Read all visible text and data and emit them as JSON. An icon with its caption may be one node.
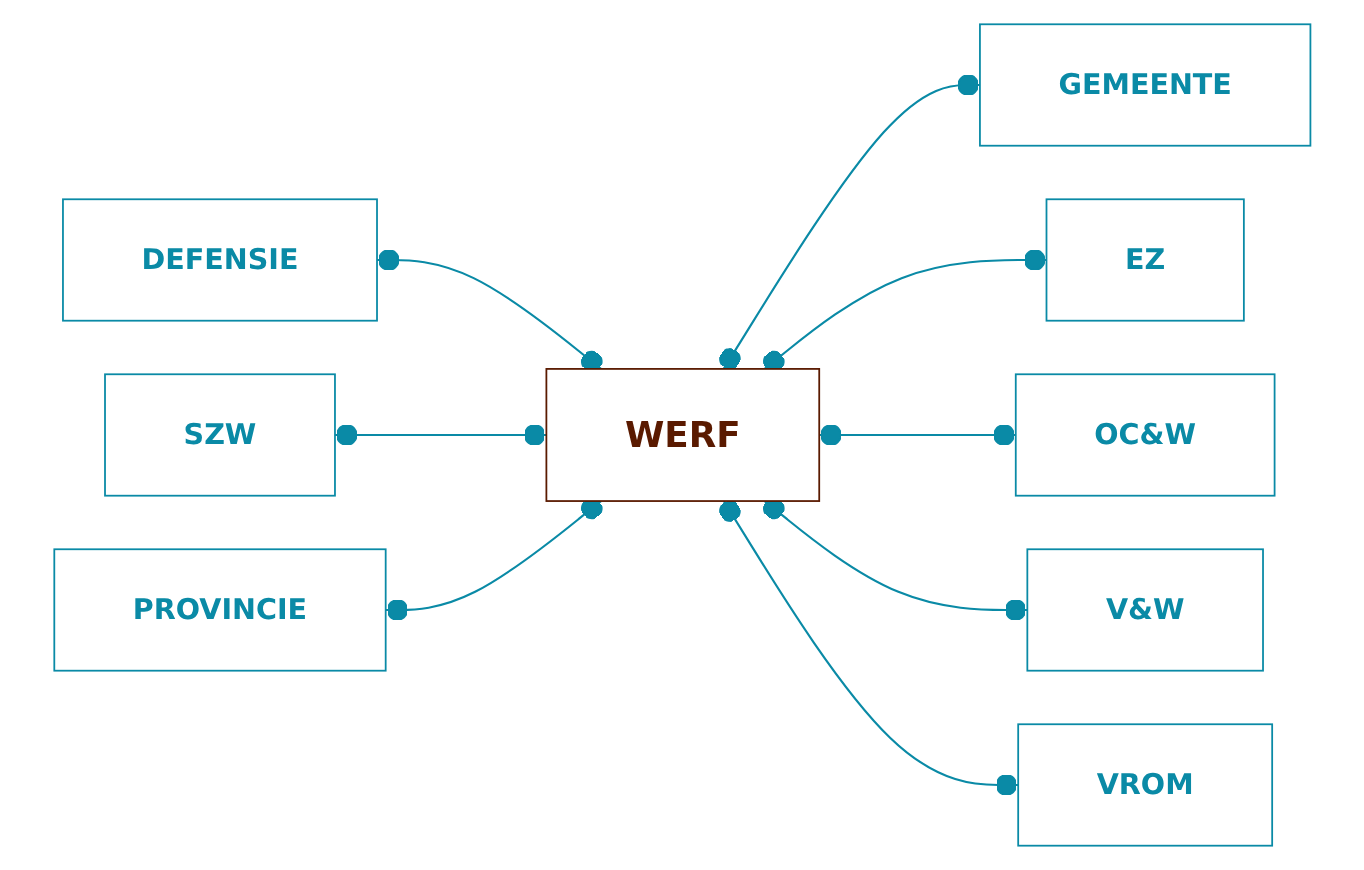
{
  "diagram": {
    "nodes": [
      {
        "text": [
          "DEFENSIE"
        ]
      },
      {
        "text": [
          "GEMEENTE"
        ]
      },
      {
        "text": [
          "EZ"
        ]
      },
      {
        "text": [
          "SZW"
        ]
      },
      {
        "text": [
          "WERF"
        ]
      },
      {
        "text": [
          "OC&W"
        ]
      },
      {
        "text": [
          "PROVINCIE"
        ]
      },
      {
        "text": [
          "V&W"
        ]
      },
      {
        "text": [
          "VROM"
        ]
      }
    ],
    "edges": [
      {
        "from": 0,
        "to": 4,
        "arrow": "other"
      },
      {
        "from": 3,
        "to": 4,
        "arrow": "other"
      },
      {
        "from": 6,
        "to": 4,
        "arrow": "other"
      },
      {
        "from": 4,
        "to": 1,
        "arrow": "other"
      },
      {
        "from": 4,
        "to": 2,
        "arrow": "other"
      },
      {
        "from": 4,
        "to": 5,
        "arrow": "other"
      },
      {
        "from": 4,
        "to": 7,
        "arrow": "other"
      },
      {
        "from": 4,
        "to": 8,
        "arrow": "other"
      }
    ]
  }
}
